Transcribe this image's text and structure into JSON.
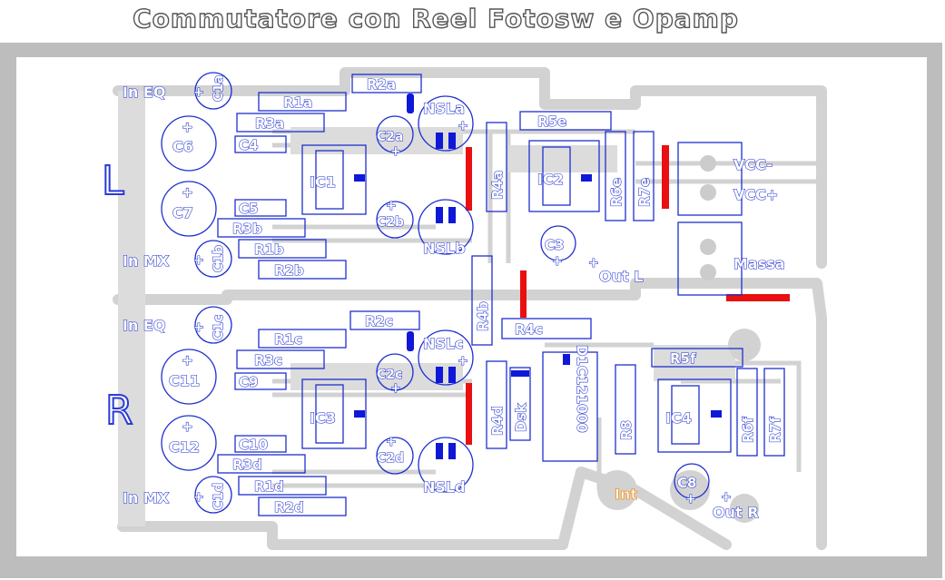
{
  "title": "Commutatore con Reel Fotosw e Opamp",
  "channels": {
    "left": "L",
    "right": "R"
  },
  "inputs": {
    "in_eq_l": "In EQ",
    "in_mx_l": "In MX",
    "in_eq_r": "In EQ",
    "in_mx_r": "In MX"
  },
  "outputs": {
    "out_l": "Out L",
    "out_r": "Out R"
  },
  "power": {
    "vcc_minus": "VCC-",
    "vcc_plus": "VCC+",
    "ground": "Massa"
  },
  "components": {
    "resistors": [
      "R1a",
      "R2a",
      "R3a",
      "R1b",
      "R2b",
      "R3b",
      "R4a",
      "R5e",
      "R6e",
      "R7e",
      "R4b",
      "R4c",
      "R1c",
      "R2c",
      "R3c",
      "R3d",
      "R1d",
      "R2d",
      "R4d",
      "R5f",
      "R8",
      "R6f",
      "R7f"
    ],
    "capacitors": [
      "C1a",
      "C6",
      "C4",
      "C2a",
      "C7",
      "C5",
      "C2b",
      "C1b",
      "C3",
      "C1c",
      "C11",
      "C9",
      "C2c",
      "C12",
      "C10",
      "C2d",
      "C1d",
      "C8"
    ],
    "ics": [
      "IC1",
      "IC2",
      "IC3",
      "IC4"
    ],
    "photo_switches": [
      "NSLa",
      "NSLb",
      "NSLc",
      "NSLd"
    ],
    "diode": "D1C121000",
    "display": "Dsk",
    "switch": "Int"
  },
  "marks": {
    "plus": "+"
  },
  "colors": {
    "copper": "#d2d2d2",
    "silkscreen": "#1e2fd0",
    "jumper": "#e81010",
    "board_edge": "#bdbdbd",
    "int_label": "#f0a040"
  }
}
